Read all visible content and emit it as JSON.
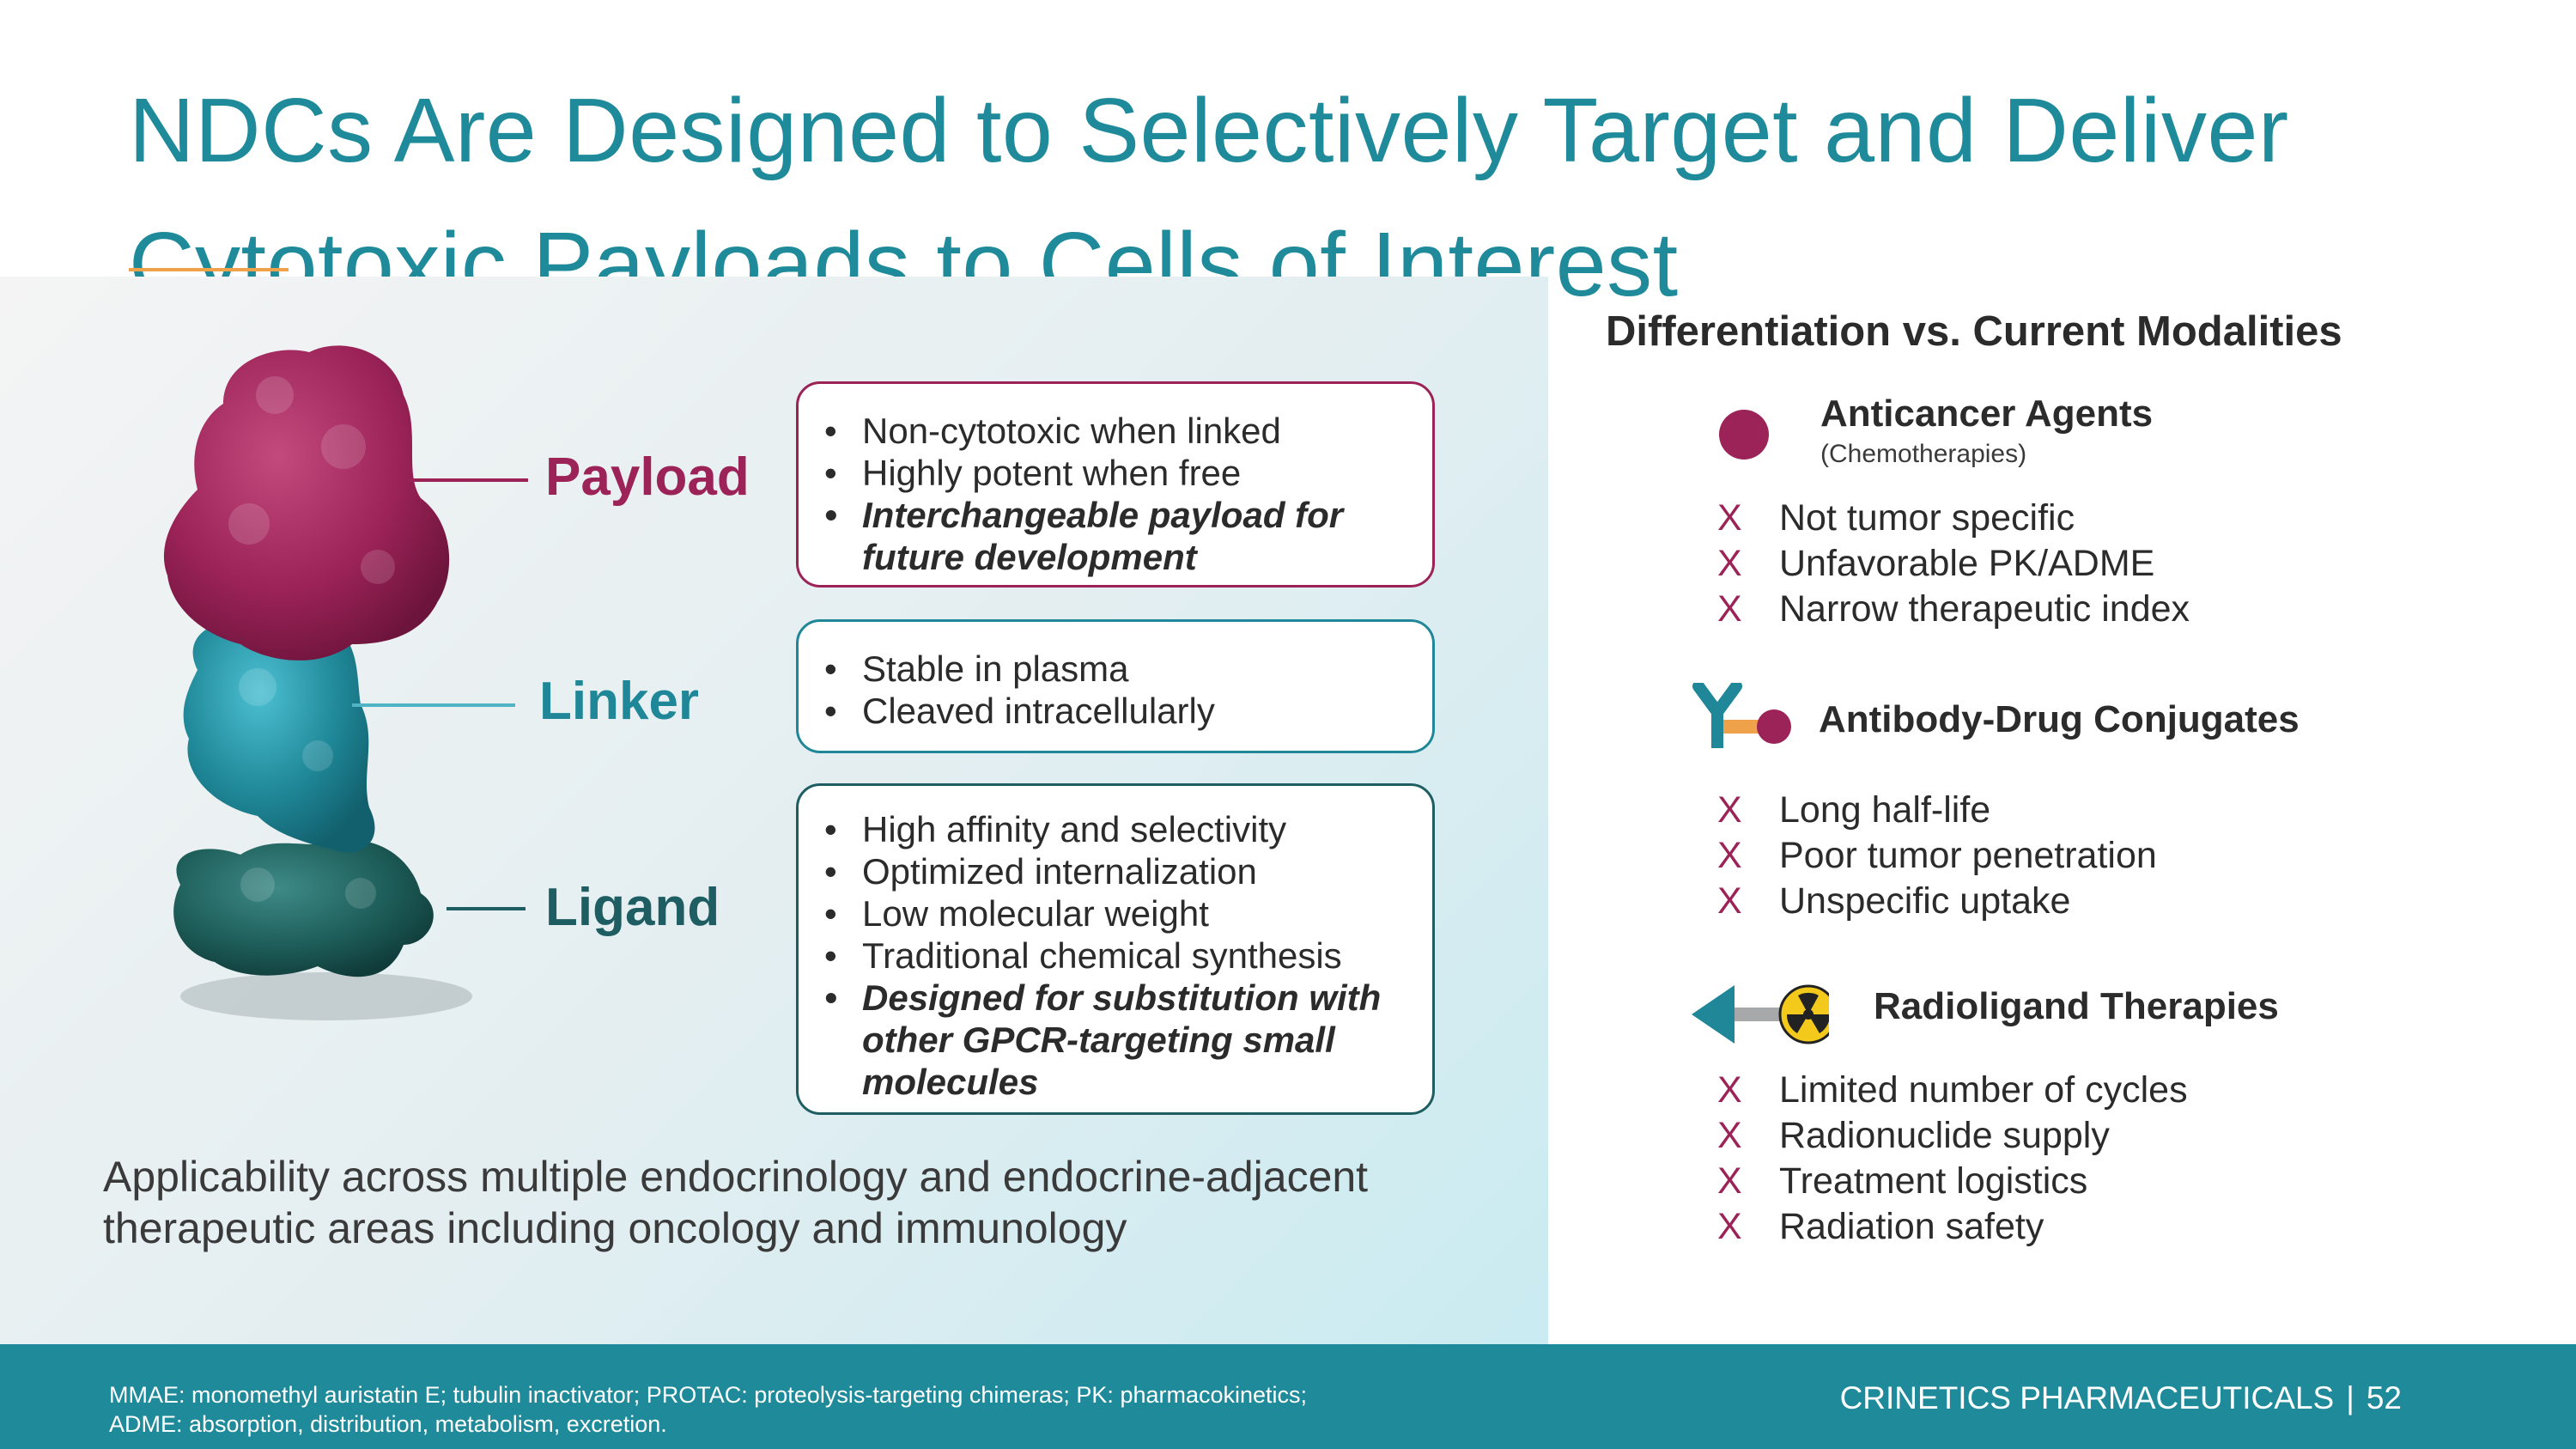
{
  "title_lines": [
    "NDCs Are Designed to Selectively Target and Deliver",
    "Cytotoxic Payloads to Cells of Interest"
  ],
  "components": {
    "payload": {
      "label": "Payload",
      "bullets": [
        "Non-cytotoxic when linked",
        "Highly potent when free",
        "Interchangeable payload for future development"
      ]
    },
    "linker": {
      "label": "Linker",
      "bullets": [
        "Stable in plasma",
        "Cleaved intracellularly"
      ]
    },
    "ligand": {
      "label": "Ligand",
      "bullets": [
        "High affinity and selectivity",
        "Optimized internalization",
        "Low molecular weight",
        "Traditional chemical synthesis",
        "Designed for substitution with other GPCR-targeting small molecules"
      ]
    }
  },
  "applicability": "Applicability across multiple endocrinology and endocrine-adjacent therapeutic areas including oncology and immunology",
  "differentiation": {
    "heading": "Differentiation vs. Current Modalities",
    "x_symbol": "X",
    "modalities": [
      {
        "title": "Anticancer Agents",
        "subtitle": "(Chemotherapies)",
        "icon": "magenta-circle-icon",
        "points": [
          "Not tumor specific",
          "Unfavorable PK/ADME",
          "Narrow therapeutic index"
        ]
      },
      {
        "title": "Antibody-Drug Conjugates",
        "subtitle": "",
        "icon": "antibody-conjugate-icon",
        "points": [
          "Long half-life",
          "Poor tumor penetration",
          "Unspecific uptake"
        ]
      },
      {
        "title": "Radioligand Therapies",
        "subtitle": "",
        "icon": "radioligand-icon",
        "points": [
          "Limited number of cycles",
          "Radionuclide supply",
          "Treatment logistics",
          "Radiation safety"
        ]
      }
    ]
  },
  "footer": {
    "footnote_lines": [
      "MMAE: monomethyl auristatin E; tubulin inactivator; PROTAC: proteolysis-targeting chimeras; PK: pharmacokinetics;",
      "ADME: absorption, distribution, metabolism, excretion."
    ],
    "company": "CRINETICS PHARMACEUTICALS",
    "separator": "|",
    "page_number": "52"
  },
  "colors": {
    "title": "#1e8a9a",
    "payload": "#9c2358",
    "linker": "#1f8797",
    "ligand": "#1e5e63",
    "accent_rule": "#f0a24a",
    "footer": "#1e8a9a"
  }
}
